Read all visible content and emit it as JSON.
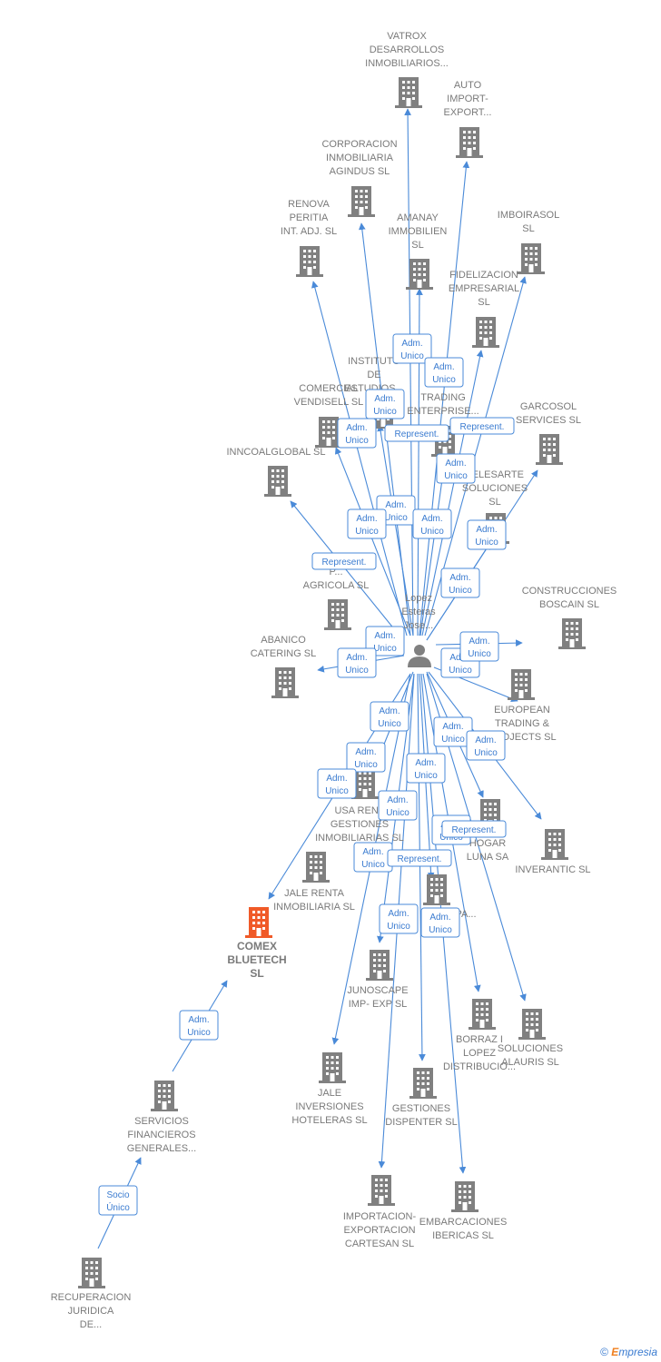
{
  "colors": {
    "edge": "#4a8ad8",
    "node": "#808080",
    "focus_node": "#f05a28",
    "label": "#7a7a7a"
  },
  "footer": {
    "copyright": "©",
    "brand_initial": "E",
    "brand_rest": "mpresia"
  },
  "person": {
    "lines": [
      "Lopez",
      "Esteras",
      "Jose..."
    ],
    "icon": "person-icon"
  },
  "companies": [
    {
      "id": "vatrox",
      "lines": [
        "VATROX",
        "DESARROLLOS",
        "INMOBILIARIOS..."
      ]
    },
    {
      "id": "auto",
      "lines": [
        "AUTO",
        "IMPORT-",
        "EXPORT..."
      ]
    },
    {
      "id": "corporacion",
      "lines": [
        "CORPORACION",
        "INMOBILIARIA",
        "AGINDUS SL"
      ]
    },
    {
      "id": "renova",
      "lines": [
        "RENOVA",
        "PERITIA",
        "INT. ADJ. SL"
      ]
    },
    {
      "id": "amanay",
      "lines": [
        "AMANAY",
        "IMMOBILIEN",
        "SL"
      ]
    },
    {
      "id": "imboirasol",
      "lines": [
        "IMBOIRASOL",
        "SL"
      ]
    },
    {
      "id": "fidelizacion",
      "lines": [
        "FIDELIZACION",
        "EMPRESARIAL",
        "SL"
      ]
    },
    {
      "id": "instituto",
      "lines": [
        "INSTITUTO",
        "DE",
        "ESTUDIOS..."
      ]
    },
    {
      "id": "hogar_trading",
      "lines": [
        "H...",
        "TRADING",
        "ENTERPRISE..."
      ]
    },
    {
      "id": "comercial",
      "lines": [
        "COMERCIAL",
        "VENDISELL SL"
      ]
    },
    {
      "id": "garcosol",
      "lines": [
        "GARCOSOL",
        "SERVICES SL"
      ]
    },
    {
      "id": "inncoalglobal",
      "lines": [
        "INNCOALGLOBAL SL"
      ]
    },
    {
      "id": "telesarte",
      "lines": [
        "TELESARTE",
        "SOLUCIONES",
        "SL"
      ]
    },
    {
      "id": "agricola",
      "lines": [
        "P...",
        "AGRICOLA SL"
      ]
    },
    {
      "id": "construcciones",
      "lines": [
        "CONSTRUCCIONES",
        "BOSCAIN SL"
      ]
    },
    {
      "id": "abanico",
      "lines": [
        "ABANICO",
        "CATERING SL"
      ]
    },
    {
      "id": "european",
      "lines": [
        "EUROPEAN",
        "TRADING &",
        "PROJECTS SL"
      ]
    },
    {
      "id": "usa_rent",
      "lines": [
        "USA RENT",
        "GESTIONES",
        "INMOBILIARIAS SL"
      ]
    },
    {
      "id": "hogar_luna",
      "lines": [
        "HOGAR",
        "LUNA SA"
      ]
    },
    {
      "id": "inverantic",
      "lines": [
        "INVERANTIC SL"
      ]
    },
    {
      "id": "jale_renta",
      "lines": [
        "JALE RENTA",
        "INMOBILIARIA SL"
      ]
    },
    {
      "id": "comex",
      "lines": [
        "COMEX",
        "BLUETECH",
        "SL"
      ],
      "focus": true
    },
    {
      "id": "pa",
      "lines": [
        "PA..."
      ]
    },
    {
      "id": "junoscape",
      "lines": [
        "JUNOSCAPE",
        "IMP- EXP SL"
      ]
    },
    {
      "id": "borraz",
      "lines": [
        "BORRAZ I",
        "LOPEZ",
        "DISTRIBUCIO..."
      ]
    },
    {
      "id": "soluciones",
      "lines": [
        "SOLUCIONES",
        "ALAURIS SL"
      ]
    },
    {
      "id": "jale_inv",
      "lines": [
        "JALE",
        "INVERSIONES",
        "HOTELERAS SL"
      ]
    },
    {
      "id": "gestiones",
      "lines": [
        "GESTIONES",
        "DISPENTER SL"
      ]
    },
    {
      "id": "servicios",
      "lines": [
        "SERVICIOS",
        "FINANCIEROS",
        "GENERALES..."
      ]
    },
    {
      "id": "importacion",
      "lines": [
        "IMPORTACION-",
        "EXPORTACION",
        "CARTESAN SL"
      ]
    },
    {
      "id": "embarcaciones",
      "lines": [
        "EMBARCACIONES",
        "IBERICAS SL"
      ]
    },
    {
      "id": "recuperacion",
      "lines": [
        "RECUPERACION",
        "JURIDICA",
        "DE..."
      ]
    }
  ],
  "badges": [
    {
      "id": "b1",
      "lines": [
        "Adm.",
        "Unico"
      ]
    },
    {
      "id": "b2",
      "lines": [
        "Adm.",
        "Unico"
      ]
    },
    {
      "id": "b3",
      "lines": [
        "Adm.",
        "Unico"
      ]
    },
    {
      "id": "b4",
      "lines": [
        "Represent."
      ]
    },
    {
      "id": "b5",
      "lines": [
        "Adm.",
        "Unico"
      ]
    },
    {
      "id": "b6",
      "lines": [
        "Represent."
      ]
    },
    {
      "id": "b7",
      "lines": [
        "Adm.",
        "Unico"
      ]
    },
    {
      "id": "b8",
      "lines": [
        "Adm.",
        "Unico"
      ]
    },
    {
      "id": "b9",
      "lines": [
        "Adm.",
        "Unico"
      ]
    },
    {
      "id": "b10",
      "lines": [
        "Adm.",
        "Unico"
      ]
    },
    {
      "id": "b11",
      "lines": [
        "Represent."
      ]
    },
    {
      "id": "b12",
      "lines": [
        "Adm.",
        "Unico"
      ]
    },
    {
      "id": "b13",
      "lines": [
        "Adm.",
        "Unico"
      ]
    },
    {
      "id": "b14",
      "lines": [
        "Adm.",
        "Unico"
      ]
    },
    {
      "id": "b15",
      "lines": [
        "Adm.",
        "Unico"
      ]
    },
    {
      "id": "b16",
      "lines": [
        "Adm.",
        "Unico"
      ]
    },
    {
      "id": "b17",
      "lines": [
        "Adm.",
        "Unico"
      ]
    },
    {
      "id": "b18",
      "lines": [
        "Adm.",
        "Unico"
      ]
    },
    {
      "id": "b19",
      "lines": [
        "Adm.",
        "Unico"
      ]
    },
    {
      "id": "b20",
      "lines": [
        "Adm.",
        "Unico"
      ]
    },
    {
      "id": "b21",
      "lines": [
        "Adm.",
        "Unico"
      ]
    },
    {
      "id": "b22",
      "lines": [
        "Adm.",
        "Unico"
      ]
    },
    {
      "id": "b23",
      "lines": [
        "Adm.",
        "Unico"
      ]
    },
    {
      "id": "b24",
      "lines": [
        "Adm.",
        "Unico"
      ]
    },
    {
      "id": "b25",
      "lines": [
        "Adm.",
        "Unico"
      ]
    },
    {
      "id": "b26",
      "lines": [
        "Adm.",
        "Unico"
      ]
    },
    {
      "id": "b27",
      "lines": [
        "Represent."
      ]
    },
    {
      "id": "b28",
      "lines": [
        "Adm.",
        "Unico"
      ]
    },
    {
      "id": "b29",
      "lines": [
        "Represent."
      ]
    },
    {
      "id": "b30",
      "lines": [
        "Adm.",
        "Unico"
      ]
    },
    {
      "id": "b31",
      "lines": [
        "Adm.",
        "Unico"
      ]
    },
    {
      "id": "b32",
      "lines": [
        "Socio",
        "Único"
      ]
    },
    {
      "id": "b33",
      "lines": [
        "Adm.",
        "Unico"
      ]
    }
  ]
}
